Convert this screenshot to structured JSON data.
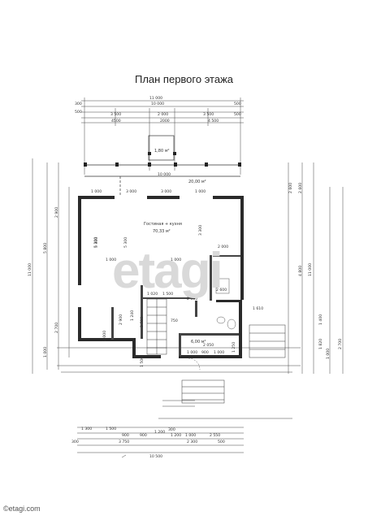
{
  "title": "План первого этажа",
  "watermark": "etagi",
  "footer": "©etagi.com",
  "rooms": {
    "living_name": "Гостиная + кухня",
    "living_area": "70,33 м²",
    "terrace_area": "20,00 м²",
    "porch_area": "1,80 м²",
    "bath_area": "6,00 м²"
  },
  "dims_top": [
    "11 000",
    "10 000",
    "300",
    "500",
    "500",
    "3 500",
    "2 000",
    "3 500",
    "500",
    "4500",
    "2000",
    "4 500"
  ],
  "dims_bottom": [
    "1 300",
    "1 500",
    "900",
    "1 200",
    "900",
    "1 200",
    "300",
    "1 000",
    "3 750",
    "2 300",
    "2 550",
    "500",
    "300",
    "10 500"
  ],
  "dims_left": [
    "11 000",
    "5 300",
    "5 800",
    "2 900",
    "2 700",
    "1 000"
  ],
  "dims_right": [
    "4 800",
    "11 000",
    "2 600",
    "2 600",
    "2 700",
    "1 000"
  ],
  "dims_inner": [
    "10 000",
    "1 000",
    "3 000",
    "3 000",
    "1 000",
    "5 300",
    "5 300",
    "3 300",
    "2 000",
    "2 600",
    "1 000",
    "1 000",
    "1 500",
    "1 020",
    "2 000",
    "2 900",
    "750",
    "1 240",
    "2 700",
    "2 000",
    "2 050",
    "1 000",
    "900",
    "1 000",
    "1 500",
    "1 250",
    "1 400",
    "1 820",
    "1 610"
  ]
}
